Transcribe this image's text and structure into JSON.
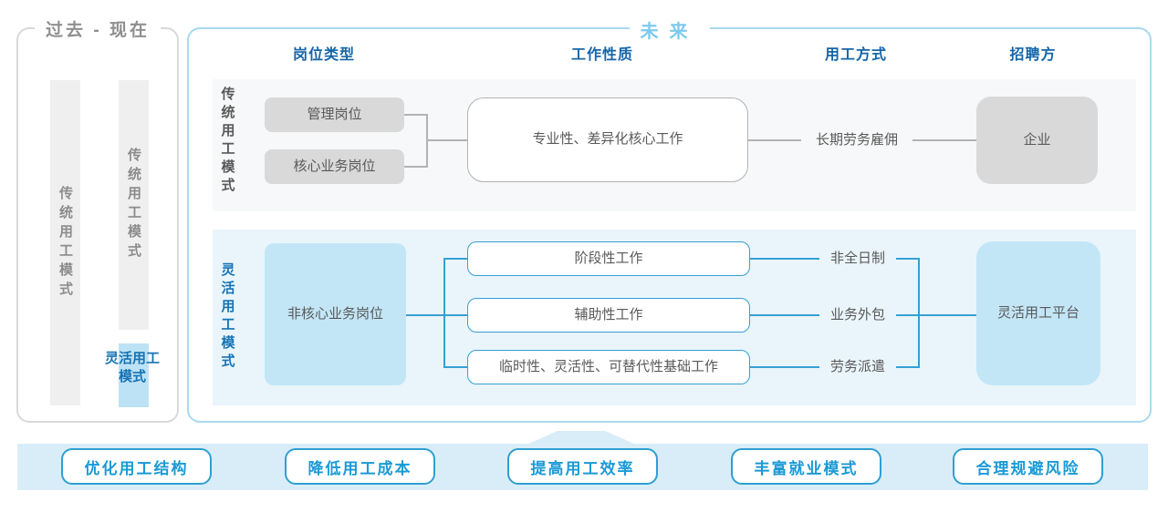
{
  "colors": {
    "accent_blue": "#35a0d5",
    "header_blue": "#1565a8",
    "sky_blue_title": "#7ecaed",
    "node_blue_fill": "#c3e6f7",
    "flexible_band_bg": "#e9f5fb",
    "footer_band_bg": "#d9edf8",
    "gray_node_fill": "#d9d9d9",
    "gray_bar_fill": "#efefef",
    "gray_text": "#595959",
    "panel_border_gray": "#d9d9d9",
    "panel_border_blue": "#a9d9ef",
    "highlight_blue_text": "#1673b4",
    "button_blue": "#2d9fd2"
  },
  "past_panel": {
    "title": "过去 - 现在",
    "bars": [
      {
        "label": "传统用工模式"
      },
      {
        "label": "传统用工模式",
        "highlight_label": "灵活用工模式"
      }
    ]
  },
  "future_panel": {
    "title": "未来",
    "column_headers": [
      "岗位类型",
      "工作性质",
      "用工方式",
      "招聘方"
    ],
    "traditional_row": {
      "row_label": "传统用工模式",
      "position_boxes": [
        "管理岗位",
        "核心业务岗位"
      ],
      "work_nature_box": "专业性、差异化核心工作",
      "employment_method": "长期劳务雇佣",
      "recruiter_box": "企业"
    },
    "flexible_row": {
      "row_label": "灵活用工模式",
      "position_box": "非核心业务岗位",
      "work_nature_boxes": [
        "阶段性工作",
        "辅助性工作",
        "临时性、灵活性、可替代性基础工作"
      ],
      "employment_methods": [
        "非全日制",
        "业务外包",
        "劳务派遣"
      ],
      "recruiter_box": "灵活用工平台"
    }
  },
  "footer": {
    "benefit_buttons": [
      "优化用工结构",
      "降低用工成本",
      "提高用工效率",
      "丰富就业模式",
      "合理规避风险"
    ]
  }
}
